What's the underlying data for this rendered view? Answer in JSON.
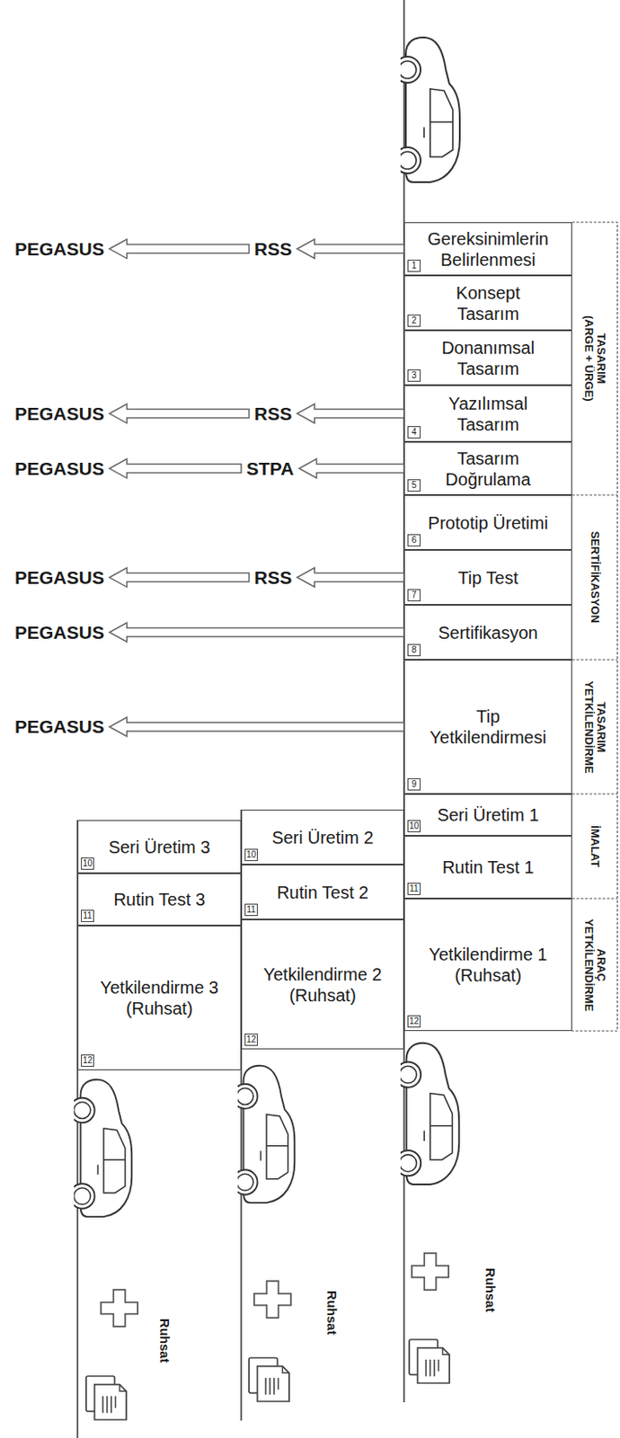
{
  "diagram": {
    "nodes": [
      {
        "text": [
          "PEGASUS"
        ]
      },
      {
        "text": [
          "RSS"
        ]
      },
      {
        "text": [
          "Gereksinimlerin Belirlenmesi"
        ]
      },
      {
        "text": [
          "Konsept Tasarım"
        ]
      },
      {
        "text": [
          "Donanımsal Tasarım"
        ]
      },
      {
        "text": [
          "PEGASUS"
        ]
      },
      {
        "text": [
          "RSS"
        ]
      },
      {
        "text": [
          "Yazılımsal Tasarım"
        ]
      },
      {
        "text": [
          "PEGASUS"
        ]
      },
      {
        "text": [
          "STPA"
        ]
      },
      {
        "text": [
          "Tasarım Doğrulama"
        ]
      },
      {
        "text": [
          "Prototip Üretimi"
        ]
      },
      {
        "text": [
          "PEGASUS"
        ]
      },
      {
        "text": [
          "RSS"
        ]
      },
      {
        "text": [
          "Tip Test"
        ]
      },
      {
        "text": [
          "PEGASUS"
        ]
      },
      {
        "text": [
          "Sertifikasyon"
        ]
      },
      {
        "text": [
          "PEGASUS"
        ]
      },
      {
        "text": [
          "Tip Yetkilendirmesi"
        ]
      },
      {
        "text": [
          "Seri Üretim 1"
        ]
      },
      {
        "text": [
          "Rutin Test 1"
        ]
      },
      {
        "text": [
          "Yetkilendirme 1 (Ruhsat)"
        ]
      },
      {
        "text": [
          "Seri Üretim 2"
        ]
      },
      {
        "text": [
          "Rutin Test 2"
        ]
      },
      {
        "text": [
          "Yetkilendirme 2 (Ruhsat)"
        ]
      },
      {
        "text": [
          "Seri Üretim 3"
        ]
      },
      {
        "text": [
          "Rutin Test 3"
        ]
      },
      {
        "text": [
          "Yetkilendirme 3 (Ruhsat)"
        ]
      }
    ],
    "edges": [
      {
        "from": 2,
        "to": 1,
        "arrow": "to"
      },
      {
        "from": 1,
        "to": 0,
        "arrow": "to"
      },
      {
        "from": 7,
        "to": 6,
        "arrow": "to"
      },
      {
        "from": 6,
        "to": 5,
        "arrow": "to"
      },
      {
        "from": 10,
        "to": 9,
        "arrow": "to"
      },
      {
        "from": 9,
        "to": 8,
        "arrow": "to"
      },
      {
        "from": 14,
        "to": 13,
        "arrow": "to"
      },
      {
        "from": 13,
        "to": 12,
        "arrow": "to"
      },
      {
        "from": 16,
        "to": 15,
        "arrow": "to"
      },
      {
        "from": 18,
        "to": 17,
        "arrow": "to"
      }
    ],
    "labels": [
      "1",
      "2",
      "3",
      "4",
      "5",
      "6",
      "7",
      "8",
      "9",
      "10",
      "11",
      "12",
      "10",
      "11",
      "12",
      "10",
      "11",
      "12",
      "TASARIM (ARGE + ÜRGE)",
      "SERTİFİKASYON",
      "TASARIM YETKİLENDİRME",
      "İMALAT",
      "ARAÇ YETKİLENDİRME",
      "Ruhsat",
      "Ruhsat",
      "Ruhsat"
    ]
  }
}
